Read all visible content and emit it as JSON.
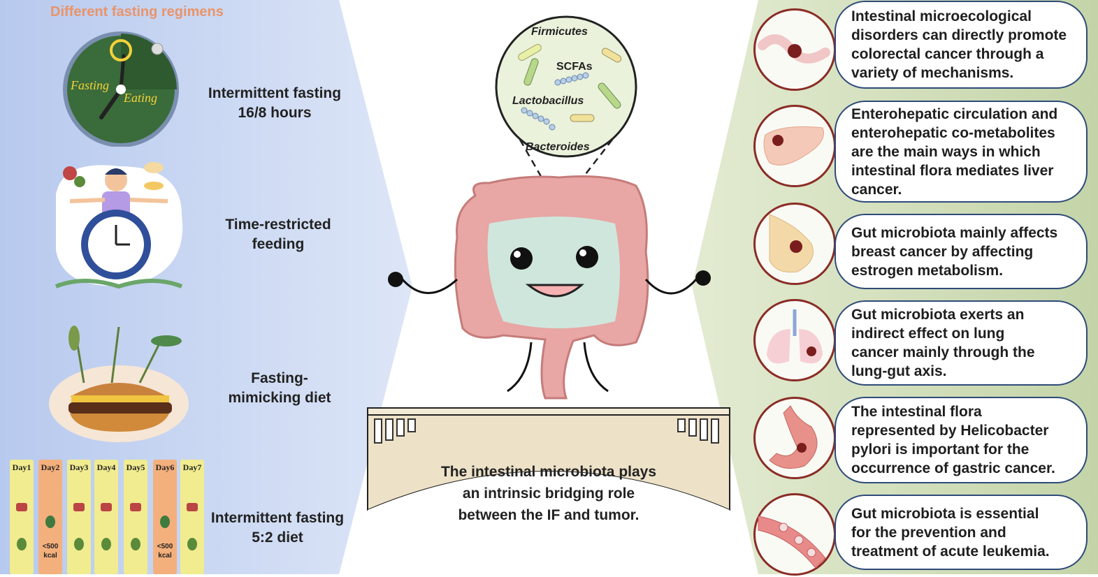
{
  "left": {
    "title": "Different fasting regimens",
    "clock": {
      "fasting_label": "Fasting",
      "eating_label": "Eating"
    },
    "regimens": [
      {
        "line1": "Intermittent fasting",
        "line2": "16/8 hours"
      },
      {
        "line1": "Time-restricted",
        "line2": "feeding"
      },
      {
        "line1": "Fasting-",
        "line2": "mimicking diet"
      },
      {
        "line1": "Intermittent fasting",
        "line2": "5:2 diet"
      }
    ],
    "days": [
      "Day1",
      "Day2",
      "Day3",
      "Day4",
      "Day5",
      "Day6",
      "Day7"
    ],
    "kcal_line1": "<500",
    "kcal_line2": "kcal"
  },
  "center": {
    "bacteria": [
      "Firmicutes",
      "SCFAs",
      "Lactobacillus",
      "Bacteroides"
    ],
    "bridge_text": [
      "The intestinal microbiota plays",
      "an intrinsic bridging role",
      "between the IF and tumor."
    ]
  },
  "right": {
    "cancers": [
      {
        "icon": "colon-icon",
        "lines": [
          "Intestinal microecological",
          "disorders can directly promote",
          "colorectal cancer through a",
          "variety of mechanisms."
        ]
      },
      {
        "icon": "liver-icon",
        "lines": [
          "Enterohepatic circulation and",
          "enterohepatic co-metabolites",
          "are the main ways in which",
          "intestinal flora mediates liver",
          "cancer."
        ]
      },
      {
        "icon": "breast-icon",
        "lines": [
          "Gut microbiota mainly affects",
          "breast cancer by affecting",
          "estrogen metabolism."
        ]
      },
      {
        "icon": "lung-icon",
        "lines": [
          "Gut microbiota exerts an",
          "indirect effect on lung",
          "cancer mainly through the",
          "lung-gut axis."
        ]
      },
      {
        "icon": "stomach-icon",
        "lines": [
          "The intestinal flora",
          "represented by Helicobacter",
          "pylori is important for the",
          "occurrence of gastric cancer."
        ]
      },
      {
        "icon": "blood-vessel-icon",
        "lines": [
          "Gut microbiota is essential",
          "for the prevention and",
          "treatment of acute leukemia."
        ]
      }
    ]
  },
  "colors": {
    "left_bg": "#c6d4f0",
    "right_bg": "#cddbb4",
    "title_orange": "#e9946a",
    "box_border": "#2e4a7a",
    "circle_border": "#8a2c25",
    "intestine": "#e8a6a4",
    "face": "#cfe6dc"
  }
}
